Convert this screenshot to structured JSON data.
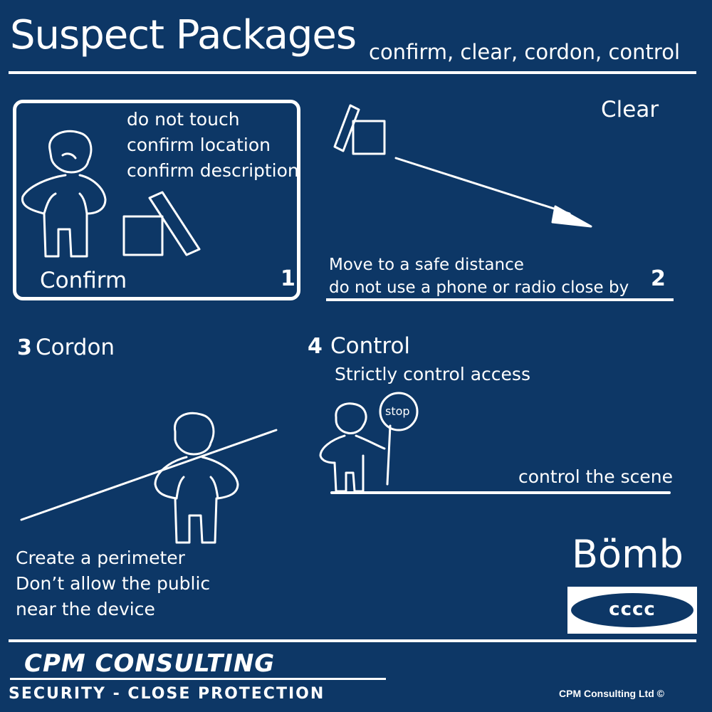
{
  "header": {
    "title": "Suspect Packages",
    "subtitle": "confirm, clear, cordon, control"
  },
  "step1": {
    "lines": [
      "do not touch",
      "confirm location",
      "confirm description"
    ],
    "label": "Confirm",
    "number": "1"
  },
  "step2": {
    "label": "Clear",
    "lines": [
      "Move to a safe distance",
      "do not use a phone or radio close by"
    ],
    "number": "2"
  },
  "step3": {
    "number": "3",
    "label": "Cordon",
    "lines": [
      "Create a perimeter",
      "Don’t allow the public",
      "near the device"
    ]
  },
  "step4": {
    "number": "4",
    "label": "Control",
    "sublabel": "Strictly control access",
    "sign": "stop",
    "caption": "control the scene"
  },
  "logo": {
    "word": "Bömb",
    "badge": "cccc"
  },
  "footer": {
    "brand": "CPM CONSULTING",
    "tagline": "SECURITY - CLOSE PROTECTION",
    "copyright": "CPM Consulting Ltd ©"
  },
  "colors": {
    "background": "#0d3766",
    "foreground": "#ffffff",
    "badge_text": "#0d3766"
  }
}
